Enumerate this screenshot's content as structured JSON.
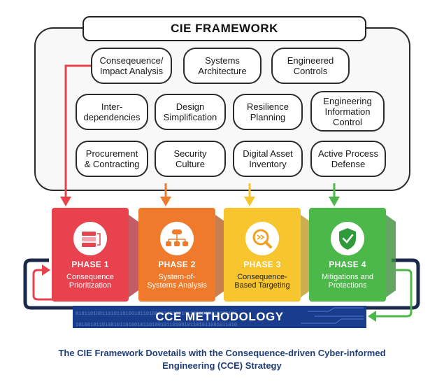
{
  "framework": {
    "title": "CIE FRAMEWORK",
    "items": [
      [
        "Conseqeuence/",
        "Impact Analysis"
      ],
      [
        "Systems",
        "Architecture"
      ],
      [
        "Engineered",
        "Controls"
      ],
      [
        "Inter-",
        "dependencies"
      ],
      [
        "Design",
        "Simplification"
      ],
      [
        "Resilience",
        "Planning"
      ],
      [
        "Engineering",
        "Information",
        "Control"
      ],
      [
        "Procurement",
        "& Contracting"
      ],
      [
        "Security",
        "Culture"
      ],
      [
        "Digital Asset",
        "Inventory"
      ],
      [
        "Active Process",
        "Defense"
      ]
    ]
  },
  "phases": [
    {
      "title": "PHASE 1",
      "subtitle": [
        "Consequence",
        "Prioritization"
      ],
      "color": "#e8424f",
      "icon": "prioritization-list-icon"
    },
    {
      "title": "PHASE 2",
      "subtitle": [
        "System-of-",
        "Systems Analysis"
      ],
      "color": "#f07a2c",
      "icon": "hierarchy-icon"
    },
    {
      "title": "PHASE 3",
      "subtitle": [
        "Consequence-",
        "Based Targeting"
      ],
      "color": "#f7c52e",
      "icon": "target-search-icon"
    },
    {
      "title": "PHASE 4",
      "subtitle": [
        "Mitigations and",
        "Protections"
      ],
      "color": "#4cb84a",
      "icon": "shield-check-icon"
    }
  ],
  "methodology": {
    "label": "CCE METHODOLOGY",
    "binary": "0101101001101011010010110100101101001011010010110100101"
  },
  "caption": {
    "line1": "The CIE Framework Dovetails with the Consequence-driven Cyber-informed",
    "line2": "Engineering (CCE) Strategy"
  },
  "colors": {
    "red": "#e8424f",
    "orange": "#f07a2c",
    "yellow": "#f7c52e",
    "green": "#4cb84a",
    "navy": "#1b2a4a",
    "banner": "#1a3c8c",
    "caption": "#1f3d7a"
  }
}
